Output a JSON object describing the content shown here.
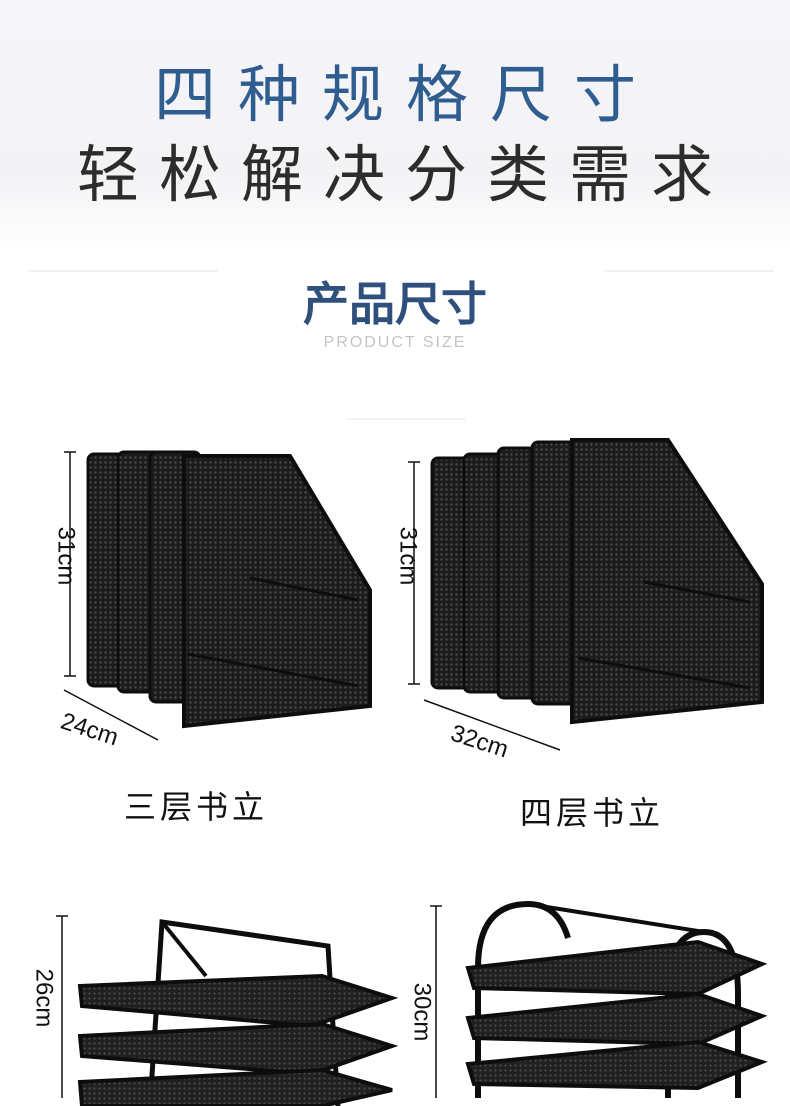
{
  "banner": {
    "headline_top": "四种规格尺寸",
    "headline_bottom": "轻松解决分类需求"
  },
  "section": {
    "title": "产品尺寸",
    "subtitle": "PRODUCT SIZE"
  },
  "products": [
    {
      "label": "三层书立",
      "height": "31cm",
      "width": "24cm",
      "icon": "three-slot-magazine-holder"
    },
    {
      "label": "四层书立",
      "height": "31cm",
      "width": "32cm",
      "icon": "four-slot-magazine-holder"
    },
    {
      "height": "26cm",
      "icon": "arched-letter-tray-rack"
    },
    {
      "height": "30cm",
      "icon": "double-arch-letter-tray-rack"
    }
  ],
  "colors": {
    "accent": "#2f5d8f",
    "title": "#2f4f7c",
    "text": "#2c2c2c",
    "product": "#1a1a1a"
  }
}
